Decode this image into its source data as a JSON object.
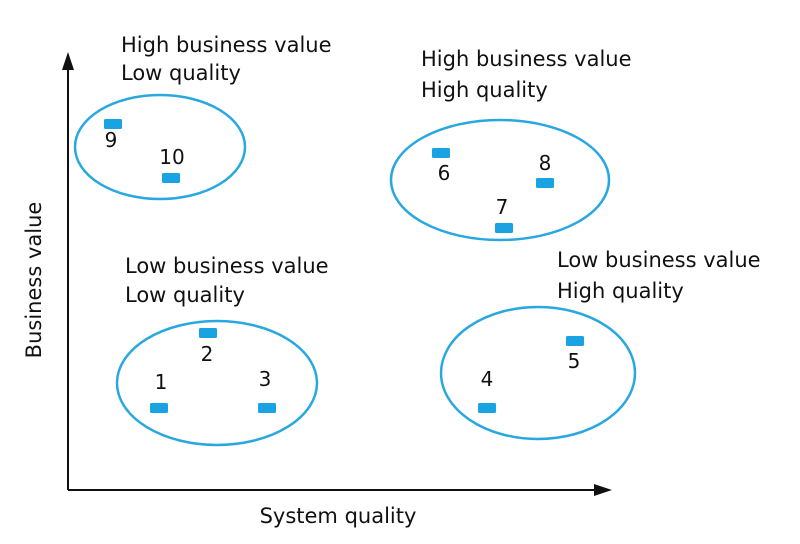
{
  "axes": {
    "x_label": "System quality",
    "y_label": "Business value"
  },
  "colors": {
    "cluster_stroke": "#29a8e0",
    "marker_fill": "#1aa3e3",
    "axis": "#111111",
    "text": "#111111"
  },
  "clusters": [
    {
      "id": "high-value-low-quality",
      "line1": "High business value",
      "line2": "Low quality",
      "systems": [
        "9",
        "10"
      ]
    },
    {
      "id": "high-value-high-quality",
      "line1": "High business value",
      "line2": "High quality",
      "systems": [
        "6",
        "7",
        "8"
      ]
    },
    {
      "id": "low-value-low-quality",
      "line1": "Low business value",
      "line2": "Low quality",
      "systems": [
        "1",
        "2",
        "3"
      ]
    },
    {
      "id": "low-value-high-quality",
      "line1": "Low business value",
      "line2": "High quality",
      "systems": [
        "4",
        "5"
      ]
    }
  ]
}
